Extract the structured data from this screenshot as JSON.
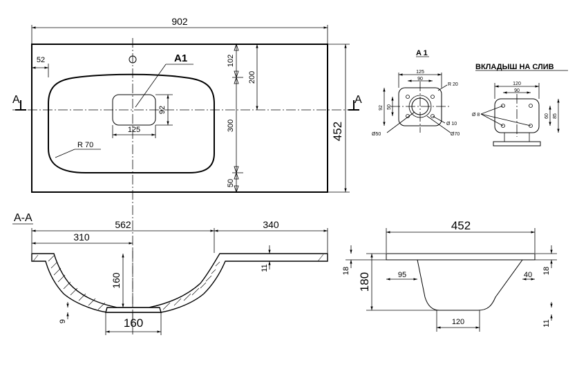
{
  "top_view": {
    "width": "902",
    "depth": "452",
    "left_offset": "52",
    "hole_offset": "102",
    "axis_offset": "200",
    "bowl_length": "300",
    "front_margin": "50",
    "drain_width": "125",
    "drain_height": "92",
    "corner_radius": "R 70",
    "callout": "A1",
    "section_mark": "A"
  },
  "section_aa": {
    "title": "A-A",
    "total_to_axis": "562",
    "right_ledge": "340",
    "left_to_center": "310",
    "bowl_depth": "160",
    "drain_size": "160",
    "deck_thickness": "11",
    "drain_lip": "9"
  },
  "detail_a1": {
    "title": "A 1",
    "outer_width": "125",
    "inner_width": "90",
    "outer_height": "92",
    "inner_height": "50",
    "radius": "R 20",
    "hole_big": "Ø50",
    "hole_small": "Ø 10",
    "hole_outer": "Ø70"
  },
  "insert": {
    "title": "ВКЛАДЫШ НА СЛИВ",
    "outer_width": "120",
    "inner_width": "90",
    "hole": "Ø 8",
    "inner_height": "60",
    "outer_height": "85"
  },
  "side_view": {
    "depth": "452",
    "height": "180",
    "top_thickness": "18",
    "front_offset": "95",
    "back_offset": "40",
    "right_thickness": "18",
    "bottom_width": "120",
    "bottom_thickness": "11"
  }
}
